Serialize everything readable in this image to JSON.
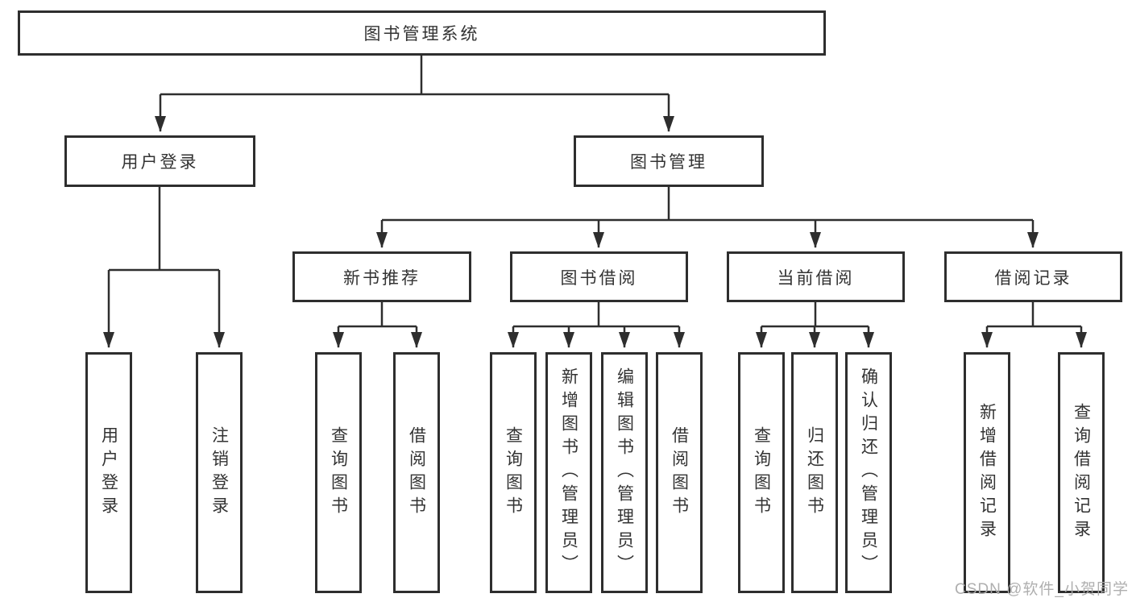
{
  "diagram_type": "hierarchy-tree",
  "root": {
    "label": "图书管理系统"
  },
  "branches": [
    {
      "label": "用户登录",
      "children": [
        {
          "label": "用户登录"
        },
        {
          "label": "注销登录"
        }
      ]
    },
    {
      "label": "图书管理",
      "children": [
        {
          "label": "新书推荐",
          "children": [
            {
              "label": "查询图书"
            },
            {
              "label": "借阅图书"
            }
          ]
        },
        {
          "label": "图书借阅",
          "children": [
            {
              "label": "查询图书"
            },
            {
              "label": "新增图书（管理员）"
            },
            {
              "label": "编辑图书（管理员）"
            },
            {
              "label": "借阅图书"
            }
          ]
        },
        {
          "label": "当前借阅",
          "children": [
            {
              "label": "查询图书"
            },
            {
              "label": "归还图书"
            },
            {
              "label": "确认归还（管理员）"
            }
          ]
        },
        {
          "label": "借阅记录",
          "children": [
            {
              "label": "新增借阅记录"
            },
            {
              "label": "查询借阅记录"
            }
          ]
        }
      ]
    }
  ],
  "watermark": {
    "text": "CSDN @软件_小贺同学"
  },
  "colors": {
    "line": "#2e2e2e",
    "box_border": "#2e2e2e",
    "box_fill": "#ffffff",
    "text": "#333333",
    "watermark": "#ababab",
    "background": "#ffffff"
  }
}
